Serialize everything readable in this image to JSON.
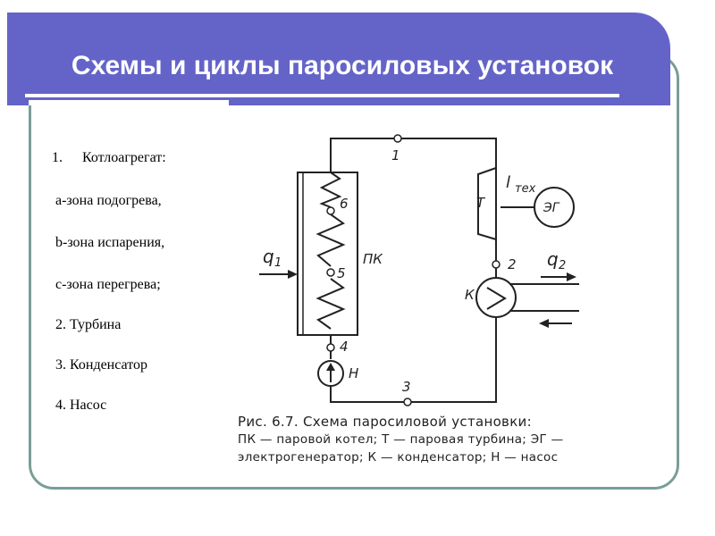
{
  "slide": {
    "title": "Схемы и циклы паросиловых установок",
    "list": {
      "item1_number": "1.",
      "item1_label": "Котлоагрегат:",
      "zone_a": "a-зона подогрева,",
      "zone_b": "b-зона испарения,",
      "zone_c": "c-зона перегрева;",
      "item2": "2. Турбина",
      "item3": "3. Конденсатор",
      "item4": "4. Насос"
    }
  },
  "diagram": {
    "point_labels": [
      "1",
      "2",
      "3",
      "4",
      "5",
      "6"
    ],
    "boiler_label": "ПК",
    "turbine_label": "Т",
    "generator_label": "ЭГ",
    "condenser_label": "К",
    "pump_label": "Н",
    "work_label": "l",
    "work_subscript": "тех",
    "heat_in_label": "q",
    "heat_in_subscript": "1",
    "heat_out_label": "q",
    "heat_out_subscript": "2",
    "caption_line1": "Рис. 6.7. Схема паросиловой установки:",
    "caption_line2": "ПК — паровой котел; Т — паровая турбина; ЭГ —",
    "caption_line3": "электрогенератор; К — конденсатор; Н — насос"
  },
  "colors": {
    "title_bg": "#6464c8",
    "frame_border": "#7a9e97"
  }
}
